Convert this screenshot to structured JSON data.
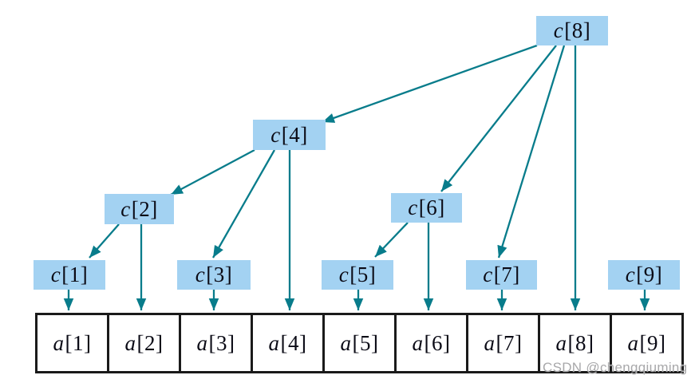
{
  "diagram": {
    "type": "tree-diagram",
    "description": "Binary indexed tree: c[] nodes pointing to children and to cells of array a[]",
    "colors": {
      "background": "#FFFFFF",
      "node_fill": "#A3D2F2",
      "arrow": "#087C8B",
      "text": "#0B0B16",
      "cell_border": "#1A1A1A",
      "cell_fill": "#FFFFFF",
      "watermark": "#A8A8AA"
    },
    "nodes": [
      {
        "id": "c1",
        "var": "c",
        "index": "[1]",
        "label": "c[1]"
      },
      {
        "id": "c2",
        "var": "c",
        "index": "[2]",
        "label": "c[2]"
      },
      {
        "id": "c3",
        "var": "c",
        "index": "[3]",
        "label": "c[3]"
      },
      {
        "id": "c4",
        "var": "c",
        "index": "[4]",
        "label": "c[4]"
      },
      {
        "id": "c5",
        "var": "c",
        "index": "[5]",
        "label": "c[5]"
      },
      {
        "id": "c6",
        "var": "c",
        "index": "[6]",
        "label": "c[6]"
      },
      {
        "id": "c7",
        "var": "c",
        "index": "[7]",
        "label": "c[7]"
      },
      {
        "id": "c8",
        "var": "c",
        "index": "[8]",
        "label": "c[8]"
      },
      {
        "id": "c9",
        "var": "c",
        "index": "[9]",
        "label": "c[9]"
      }
    ],
    "array_cells": [
      {
        "id": "a1",
        "var": "a",
        "index": "[1]",
        "label": "a[1]"
      },
      {
        "id": "a2",
        "var": "a",
        "index": "[2]",
        "label": "a[2]"
      },
      {
        "id": "a3",
        "var": "a",
        "index": "[3]",
        "label": "a[3]"
      },
      {
        "id": "a4",
        "var": "a",
        "index": "[4]",
        "label": "a[4]"
      },
      {
        "id": "a5",
        "var": "a",
        "index": "[5]",
        "label": "a[5]"
      },
      {
        "id": "a6",
        "var": "a",
        "index": "[6]",
        "label": "a[6]"
      },
      {
        "id": "a7",
        "var": "a",
        "index": "[7]",
        "label": "a[7]"
      },
      {
        "id": "a8",
        "var": "a",
        "index": "[8]",
        "label": "a[8]"
      },
      {
        "id": "a9",
        "var": "a",
        "index": "[9]",
        "label": "a[9]"
      }
    ],
    "edges": [
      {
        "from": "c8",
        "to": "c4"
      },
      {
        "from": "c8",
        "to": "c6"
      },
      {
        "from": "c8",
        "to": "c7"
      },
      {
        "from": "c8",
        "to": "a8"
      },
      {
        "from": "c4",
        "to": "c2"
      },
      {
        "from": "c4",
        "to": "c3"
      },
      {
        "from": "c4",
        "to": "a4"
      },
      {
        "from": "c2",
        "to": "c1"
      },
      {
        "from": "c2",
        "to": "a2"
      },
      {
        "from": "c6",
        "to": "c5"
      },
      {
        "from": "c6",
        "to": "a6"
      },
      {
        "from": "c1",
        "to": "a1"
      },
      {
        "from": "c3",
        "to": "a3"
      },
      {
        "from": "c5",
        "to": "a5"
      },
      {
        "from": "c7",
        "to": "a7"
      },
      {
        "from": "c9",
        "to": "a9"
      }
    ],
    "watermark": "CSDN @chengqiuming"
  }
}
